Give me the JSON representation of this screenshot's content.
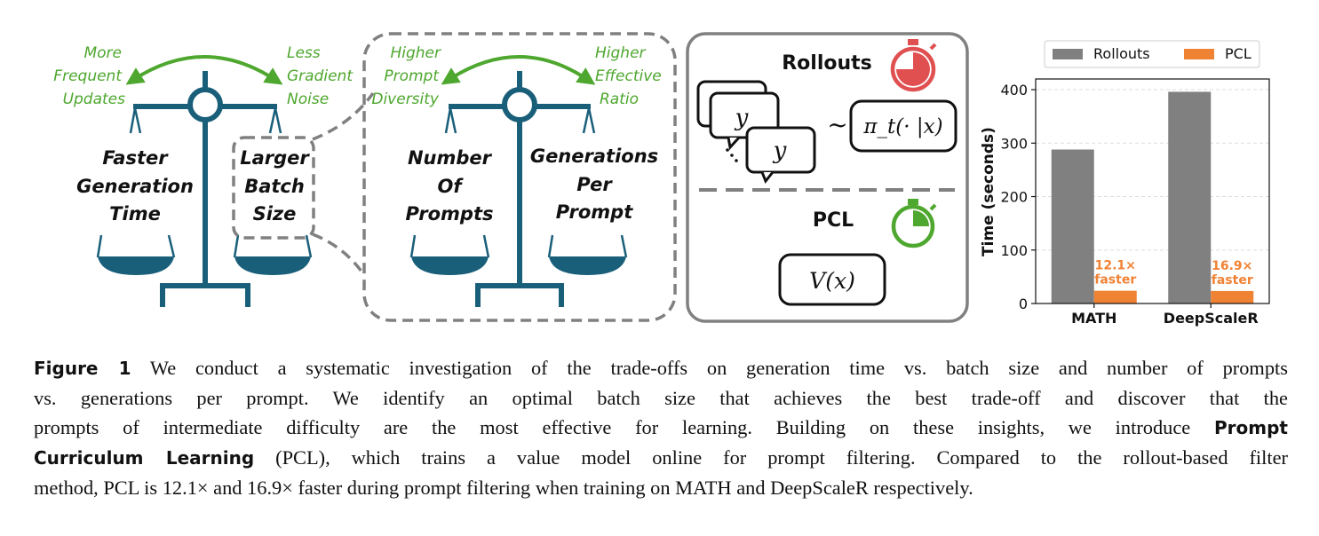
{
  "colors": {
    "green": "#4ea72e",
    "scale_blue": "#1a5f7a",
    "gray_border": "#808080",
    "rollouts_bar": "#808080",
    "pcl_bar": "#f08234",
    "timer_red": "#e05050"
  },
  "scale_left": {
    "arrow_left_label": [
      "More",
      "Frequent",
      "Updates"
    ],
    "arrow_right_label": [
      "Less",
      "Gradient",
      "Noise"
    ],
    "pan_left_label": [
      "Faster",
      "Generation",
      "Time"
    ],
    "pan_right_label": [
      "Larger",
      "Batch",
      "Size"
    ]
  },
  "scale_right": {
    "arrow_left_label": [
      "Higher",
      "Prompt",
      "Diversity"
    ],
    "arrow_right_label": [
      "Higher",
      "Effective",
      "Ratio"
    ],
    "pan_left_label": [
      "Number",
      "Of",
      "Prompts"
    ],
    "pan_right_label": [
      "Generations",
      "Per",
      "Prompt"
    ]
  },
  "methods": {
    "rollouts_title": "Rollouts",
    "sample_symbol": "y",
    "tilde": "~",
    "policy_formula": "π_t(· |x)",
    "pcl_title": "PCL",
    "value_formula": "V(x)"
  },
  "chart_data": {
    "type": "bar",
    "categories": [
      "MATH",
      "DeepScaleR"
    ],
    "series": [
      {
        "name": "Rollouts",
        "color": "#808080",
        "values": [
          288,
          396
        ]
      },
      {
        "name": "PCL",
        "color": "#f08234",
        "values": [
          23.8,
          23.4
        ]
      }
    ],
    "annotations": [
      {
        "category": "MATH",
        "lines": [
          "12.1×",
          "faster"
        ]
      },
      {
        "category": "DeepScaleR",
        "lines": [
          "16.9×",
          "faster"
        ]
      }
    ],
    "ylabel": "Time (seconds)",
    "xlabel": "",
    "ylim": [
      0,
      420
    ],
    "yticks": [
      0,
      100,
      200,
      300,
      400
    ],
    "grid": true,
    "legend_position": "top"
  },
  "caption": {
    "label": "Figure 1",
    "line1": "We conduct a systematic investigation of the trade-offs on generation time vs. batch size and number of prompts",
    "line2": "vs. generations per prompt. We identify an optimal batch size that achieves the best trade-off and discover that the",
    "line3_pre": "prompts of intermediate difficulty are the most effective for learning. Building on these insights, we introduce",
    "bold1": "Prompt",
    "bold2": "Curriculum Learning",
    "line4_post": "(PCL), which trains a value model online for prompt filtering. Compared to the rollout-based filter",
    "line5": "method, PCL is 12.1× and 16.9× faster during prompt filtering when training on MATH and DeepScaleR respectively."
  }
}
